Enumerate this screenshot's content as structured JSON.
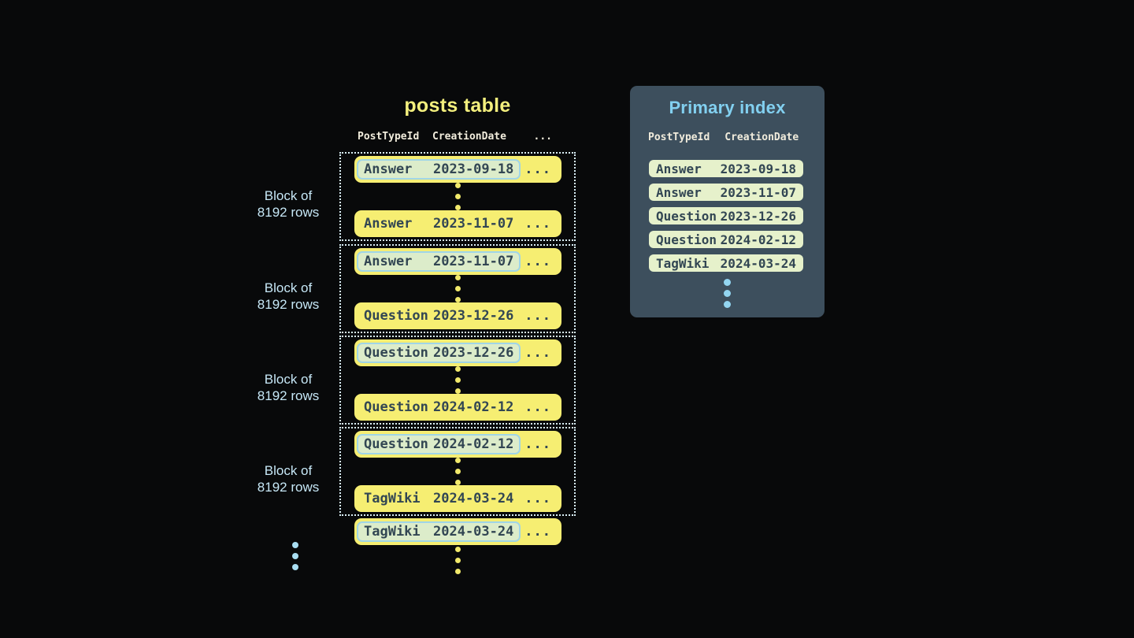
{
  "colors": {
    "background": "#08090a",
    "title_yellow": "#f3ef7d",
    "row_yellow": "#f6ee72",
    "highlight_green": "#dcecca",
    "highlight_border_blue": "#a0d5e7",
    "dark_text": "#324653",
    "dotted_border": "#d9eef6",
    "label_blue": "#c6e7f6",
    "panel_slate": "#3d4f5d",
    "panel_title_blue": "#82d0f0",
    "header_cream": "#f1ecdc",
    "index_row_green": "#e6f1cb",
    "dot_yellow": "#f1e96b",
    "dot_blue": "#93d6f1"
  },
  "posts_table": {
    "title": "posts table",
    "headers": {
      "col1": "PostTypeId",
      "col2": "CreationDate",
      "col3": "..."
    },
    "ellipsis": "...",
    "block_label": {
      "line1": "Block of",
      "line2": "8192 rows"
    },
    "blocks": [
      {
        "first": {
          "type": "Answer",
          "date": "2023-09-18"
        },
        "last": {
          "type": "Answer",
          "date": "2023-11-07"
        }
      },
      {
        "first": {
          "type": "Answer",
          "date": "2023-11-07"
        },
        "last": {
          "type": "Question",
          "date": "2023-12-26"
        }
      },
      {
        "first": {
          "type": "Question",
          "date": "2023-12-26"
        },
        "last": {
          "type": "Question",
          "date": "2024-02-12"
        }
      },
      {
        "first": {
          "type": "Question",
          "date": "2024-02-12"
        },
        "last": {
          "type": "TagWiki",
          "date": "2024-03-24"
        }
      }
    ],
    "trailing_row": {
      "type": "TagWiki",
      "date": "2024-03-24"
    }
  },
  "primary_index": {
    "title": "Primary index",
    "headers": {
      "col1": "PostTypeId",
      "col2": "CreationDate"
    },
    "rows": [
      {
        "type": "Answer",
        "date": "2023-09-18"
      },
      {
        "type": "Answer",
        "date": "2023-11-07"
      },
      {
        "type": "Question",
        "date": "2023-12-26"
      },
      {
        "type": "Question",
        "date": "2024-02-12"
      },
      {
        "type": "TagWiki",
        "date": "2024-03-24"
      }
    ]
  }
}
